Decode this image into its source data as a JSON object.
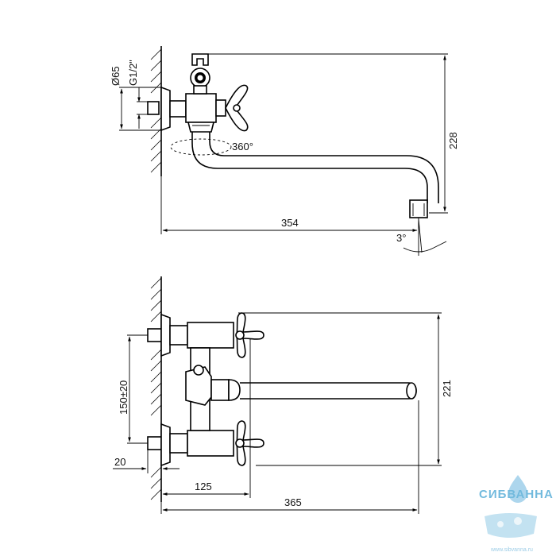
{
  "top_view": {
    "dim_diameter": "Ø65",
    "dim_thread": "G1/2\"",
    "dim_rotation": "360°",
    "dim_height": "228",
    "dim_length": "354",
    "dim_angle": "3°"
  },
  "front_view": {
    "dim_centers": "150±20",
    "dim_wall": "20",
    "dim_offset": "125",
    "dim_length": "365",
    "dim_height": "221"
  },
  "watermark": {
    "brand": "СИБВАННА",
    "url": "www.sibvanna.ru"
  }
}
